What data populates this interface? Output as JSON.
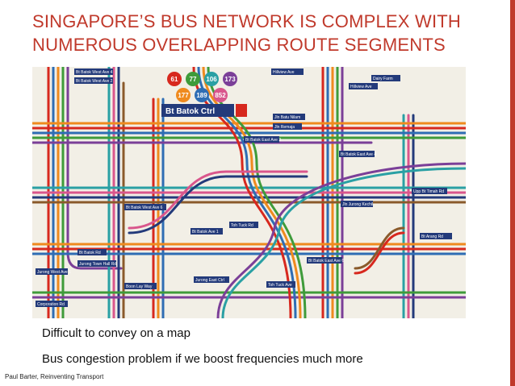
{
  "slide": {
    "title_line1": "SINGAPORE’S BUS NETWORK IS COMPLEX WITH",
    "title_line2": "NUMEROUS OVERLAPPING ROUTE SEGMENTS",
    "bullets": [
      "Difficult to convey on a map",
      "Bus congestion problem if we boost frequencies much more"
    ],
    "credit": "Paul Barter, Reinventing Transport"
  },
  "map": {
    "hub_title": "Bt Batok Ctrl",
    "route_numbers": [
      "61",
      "77",
      "106",
      "173",
      "177",
      "189",
      "852"
    ],
    "labels": [
      "Bt Batok West Ave 4",
      "Bt Batok West Ave 2",
      "Hillview Ave",
      "Dairy Farm",
      "Hillview Ave",
      "Jln Batu Nilam",
      "Jln Remaja",
      "Bt Batok East Ave 3",
      "Bt Batok East Ave 4",
      "Bt Batok West Ave 6",
      "Bt Batok Ave 1",
      "Bt Batok East Ave 6",
      "Jurong Town Hall Rd",
      "Toh Tuck Rd",
      "Toh Tuck Ave",
      "Jln Jurong Kechil",
      "Upp Bt Timah Rd",
      "Bt Batok Rd",
      "Boon Lay Way",
      "Jurong East Ctrl",
      "Bt Arang Rd",
      "Jurong West Ave 1",
      "Corporation Rd"
    ],
    "colors": {
      "red": "#d7281e",
      "orange": "#ef8a1e",
      "blue": "#2e6db4",
      "teal": "#2aa0a4",
      "purple": "#7b3f98",
      "green": "#3f9b3a",
      "brown": "#8a5a2b",
      "pink": "#d9568c",
      "navy": "#233a7a",
      "grey": "#8c8c8c"
    }
  }
}
